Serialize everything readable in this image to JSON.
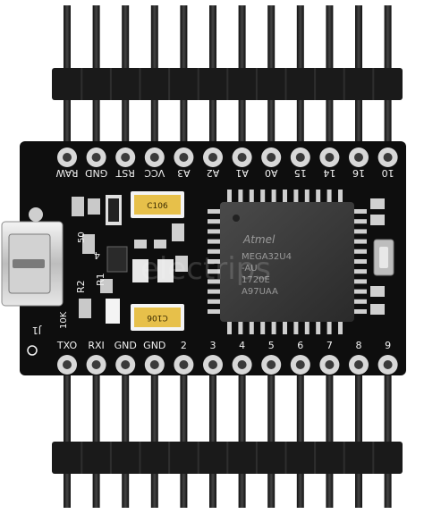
{
  "board": {
    "top_labels": [
      "RAW",
      "GND",
      "RST",
      "VCC",
      "A3",
      "A2",
      "A1",
      "A0",
      "15",
      "14",
      "16",
      "10"
    ],
    "bottom_labels": [
      "TXO",
      "RXI",
      "GND",
      "GND",
      "2",
      "3",
      "4",
      "5",
      "6",
      "7",
      "8",
      "9"
    ],
    "chip_lines": [
      "MEGA32U4",
      "-AU",
      "1720E",
      "A97UAA"
    ],
    "chip_logo": "Atmel",
    "cap_top": "C106",
    "cap_bottom": "C106",
    "silk_j1": "J1",
    "silk_r2": "R2",
    "silk_r1": "R1",
    "silk_10k": "10K",
    "silk_50": "50",
    "silk_4": "4",
    "watermark": "electrips",
    "colors": {
      "pcb": "#0e0e0e",
      "silkscreen": "#f2f2f2",
      "header_plastic": "#1a1a1a",
      "pin_metal": "#2b2b2b",
      "pad_ring": "#d8d8d8",
      "capacitor": "#e7c04a",
      "chip": "#3a3a3a"
    }
  }
}
